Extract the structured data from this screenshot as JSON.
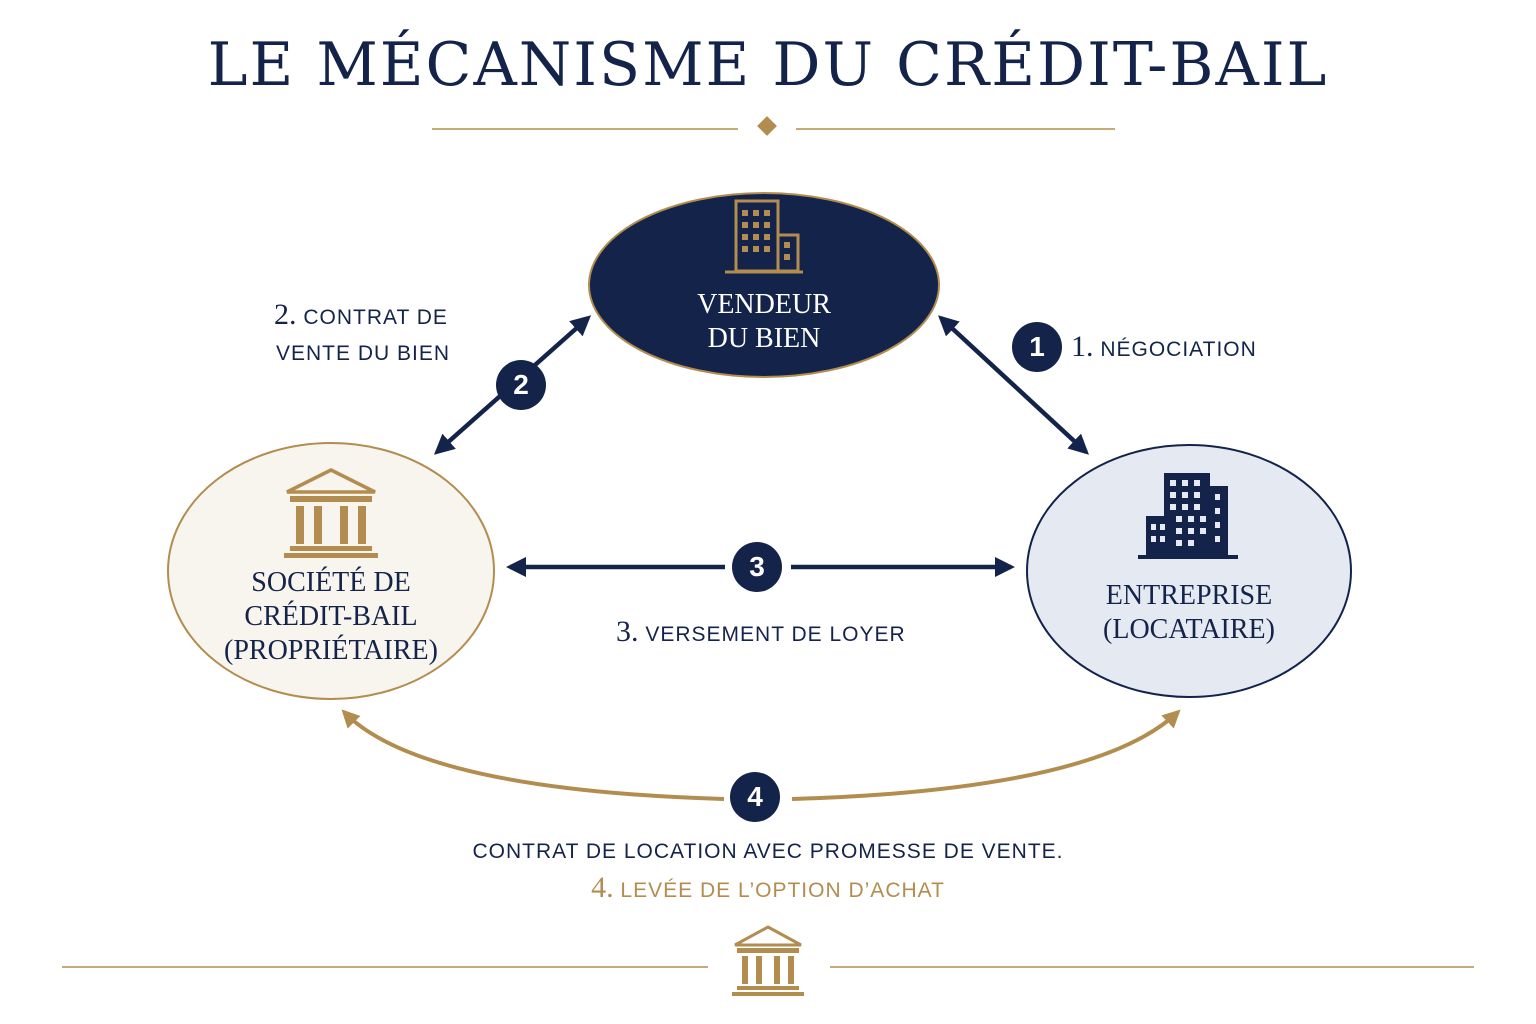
{
  "title": "LE MÉCANISME DU CRÉDIT-BAIL",
  "nodes": {
    "vendeur": {
      "label": "VENDEUR\nDU BIEN",
      "icon": "office-building-icon"
    },
    "societe": {
      "label": "SOCIÉTÉ DE\nCRÉDIT-BAIL\n(PROPRIÉTAIRE)",
      "icon": "bank-columns-icon"
    },
    "entreprise": {
      "label": "ENTREPRISE\n(LOCATAIRE)",
      "icon": "city-buildings-icon"
    }
  },
  "steps": {
    "s1": {
      "badge": "1",
      "num": "1.",
      "text": "NÉGOCIATION"
    },
    "s2": {
      "badge": "2",
      "num": "2.",
      "line1": "CONTRAT DE",
      "line2": "VENTE DU BIEN"
    },
    "s3": {
      "badge": "3",
      "num": "3.",
      "text": "VERSEMENT DE LOYER"
    },
    "s4": {
      "badge": "4",
      "line1": "CONTRAT DE LOCATION AVEC PROMESSE DE VENTE.",
      "num": "4.",
      "text": "LEVÉE DE L’OPTION D’ACHAT"
    }
  },
  "footer": {
    "icon": "bank-columns-icon"
  },
  "colors": {
    "navy": "#14234a",
    "gold": "#b28d4f",
    "cream": "#f8f5ee",
    "lightBlue": "#e4e9f2"
  }
}
